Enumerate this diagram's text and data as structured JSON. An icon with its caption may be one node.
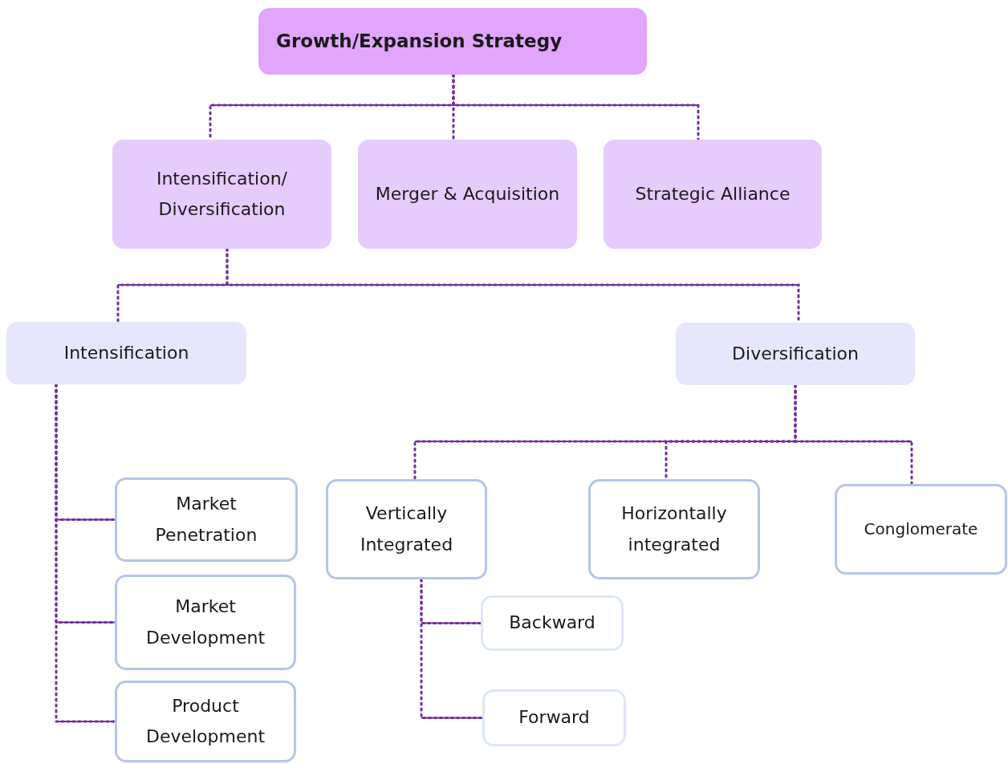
{
  "diagram": {
    "nodes": [
      {
        "text": [
          "Growth/Expansion Strategy"
        ]
      },
      {
        "text": [
          "Intensification/ Diversification"
        ]
      },
      {
        "text": [
          "Merger & Acquisition"
        ]
      },
      {
        "text": [
          "Strategic Alliance"
        ]
      },
      {
        "text": [
          "Intensification"
        ]
      },
      {
        "text": [
          "Diversification"
        ]
      },
      {
        "text": [
          "Market Penetration"
        ]
      },
      {
        "text": [
          "Market Development"
        ]
      },
      {
        "text": [
          "Product Development"
        ]
      },
      {
        "text": [
          "Vertically Integrated"
        ]
      },
      {
        "text": [
          "Horizontally integrated"
        ]
      },
      {
        "text": [
          "Conglomerate"
        ]
      },
      {
        "text": [
          "Backward"
        ]
      },
      {
        "text": [
          "Forward"
        ]
      }
    ],
    "edges": [
      {
        "from": 0,
        "to": 1,
        "arrow": "none"
      },
      {
        "from": 0,
        "to": 2,
        "arrow": "none"
      },
      {
        "from": 0,
        "to": 3,
        "arrow": "none"
      },
      {
        "from": 1,
        "to": 4,
        "arrow": "none"
      },
      {
        "from": 1,
        "to": 5,
        "arrow": "none"
      },
      {
        "from": 4,
        "to": 6,
        "arrow": "none"
      },
      {
        "from": 4,
        "to": 7,
        "arrow": "none"
      },
      {
        "from": 4,
        "to": 8,
        "arrow": "none"
      },
      {
        "from": 5,
        "to": 9,
        "arrow": "none"
      },
      {
        "from": 5,
        "to": 10,
        "arrow": "none"
      },
      {
        "from": 5,
        "to": 11,
        "arrow": "none"
      },
      {
        "from": 9,
        "to": 12,
        "arrow": "none"
      },
      {
        "from": 9,
        "to": 13,
        "arrow": "none"
      }
    ]
  }
}
